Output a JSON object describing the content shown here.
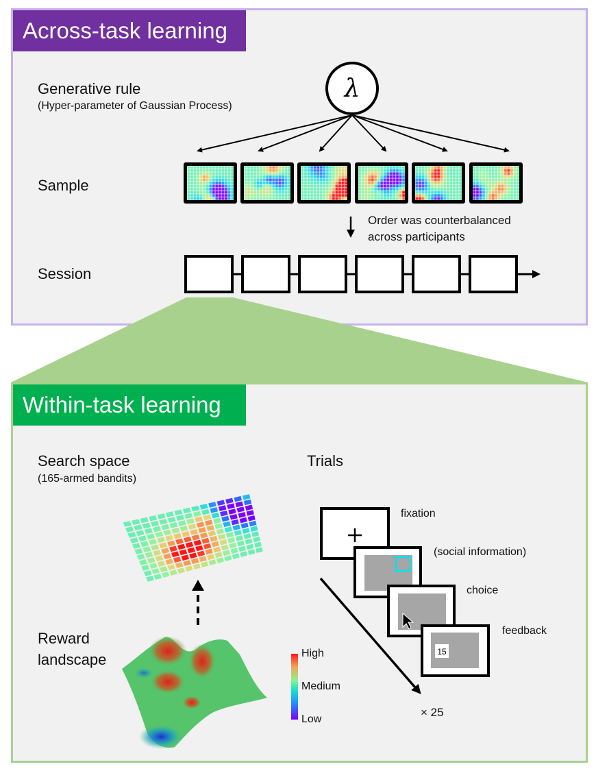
{
  "across": {
    "title": "Across-task learning",
    "color": "#7030a0",
    "border_color": "#c5b2ea",
    "generative_rule": {
      "label": "Generative rule",
      "sublabel": "(Hyper-parameter of Gaussian Process)",
      "symbol": "λ"
    },
    "sample": {
      "label": "Sample",
      "count": 6
    },
    "order_note": {
      "line1": "Order was counterbalanced",
      "line2": "across participants"
    },
    "session": {
      "label": "Session",
      "count": 6
    }
  },
  "within": {
    "title": "Within-task learning",
    "color": "#00b050",
    "border_color": "#a9d18e",
    "search_space": {
      "label": "Search space",
      "sublabel": "(165-armed bandits)"
    },
    "reward_landscape": {
      "line1": "Reward",
      "line2": "landscape"
    },
    "colorbar": {
      "high": "High",
      "medium": "Medium",
      "low": "Low"
    },
    "trials": {
      "label": "Trials",
      "steps": [
        "fixation",
        "(social information)",
        "choice",
        "feedback"
      ],
      "feedback_value": "15",
      "repeat": "× 25",
      "social_highlight_color": "#00e5ef"
    }
  }
}
